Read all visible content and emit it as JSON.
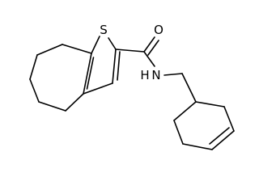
{
  "structure": {
    "atoms": [
      {
        "id": "S",
        "label": "S"
      },
      {
        "id": "O",
        "label": "O"
      },
      {
        "id": "N",
        "label": "N"
      },
      {
        "id": "H",
        "label": "H"
      }
    ]
  }
}
